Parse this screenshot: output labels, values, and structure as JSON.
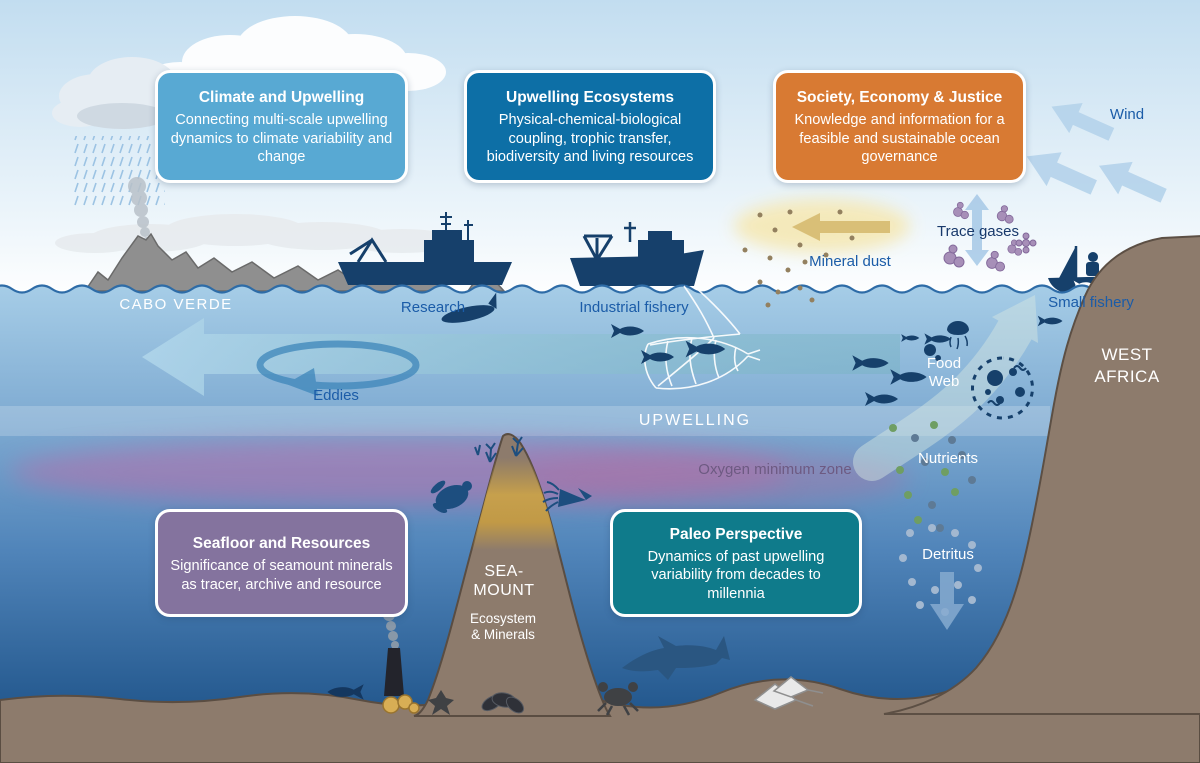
{
  "theme_boxes": [
    {
      "title": "Climate and Upwelling",
      "body": "Connecting multi-scale upwelling dynamics to climate variability and change",
      "color": "#58a9d3"
    },
    {
      "title": "Upwelling Ecosystems",
      "body": "Physical-chemical-biological coupling, trophic transfer, biodiversity and living resources",
      "color": "#0d6fa6"
    },
    {
      "title": "Society, Economy & Justice",
      "body": "Knowledge and information for a feasible and sustainable ocean governance",
      "color": "#d87a33"
    },
    {
      "title": "Seafloor and Resources",
      "body": "Significance of seamount minerals as tracer, archive and resource",
      "color": "#84739e"
    },
    {
      "title": "Paleo Perspective",
      "body": "Dynamics of past upwelling variability from decades to millennia",
      "color": "#0f7b8b"
    }
  ],
  "labels": {
    "wind": "Wind",
    "mineral_dust": "Mineral dust",
    "trace_gases": "Trace gases",
    "cabo_verde": "CABO VERDE",
    "research": "Research",
    "industrial_fishery": "Industrial fishery",
    "small_fishery": "Small fishery",
    "west_africa": "WEST\nAFRICA",
    "eddies": "Eddies",
    "upwelling": "UPWELLING",
    "oxygen_minimum_zone": "Oxygen minimum zone",
    "food_web": "Food\nWeb",
    "nutrients": "Nutrients",
    "detritus": "Detritus",
    "seamount": "SEA-\nMOUNT",
    "seamount_sub": "Ecosystem\n& Minerals"
  },
  "colors": {
    "label_blue": "#1b5ca8",
    "label_dark_navy": "#18396b",
    "label_white": "#ffffff",
    "omz_label": "#6d5a82",
    "sky_top": "#c2ddf0",
    "ocean_top": "#a6cde7",
    "ocean_deep": "#14497f",
    "land_brown": "#8d7b6c",
    "island_gray": "#8f8f8f",
    "silhouette_navy": "#16406b",
    "omz_pink": "#c06aa8",
    "dust_yellow": "#f5e9b8",
    "molecule_purple": "#a78fb8"
  }
}
